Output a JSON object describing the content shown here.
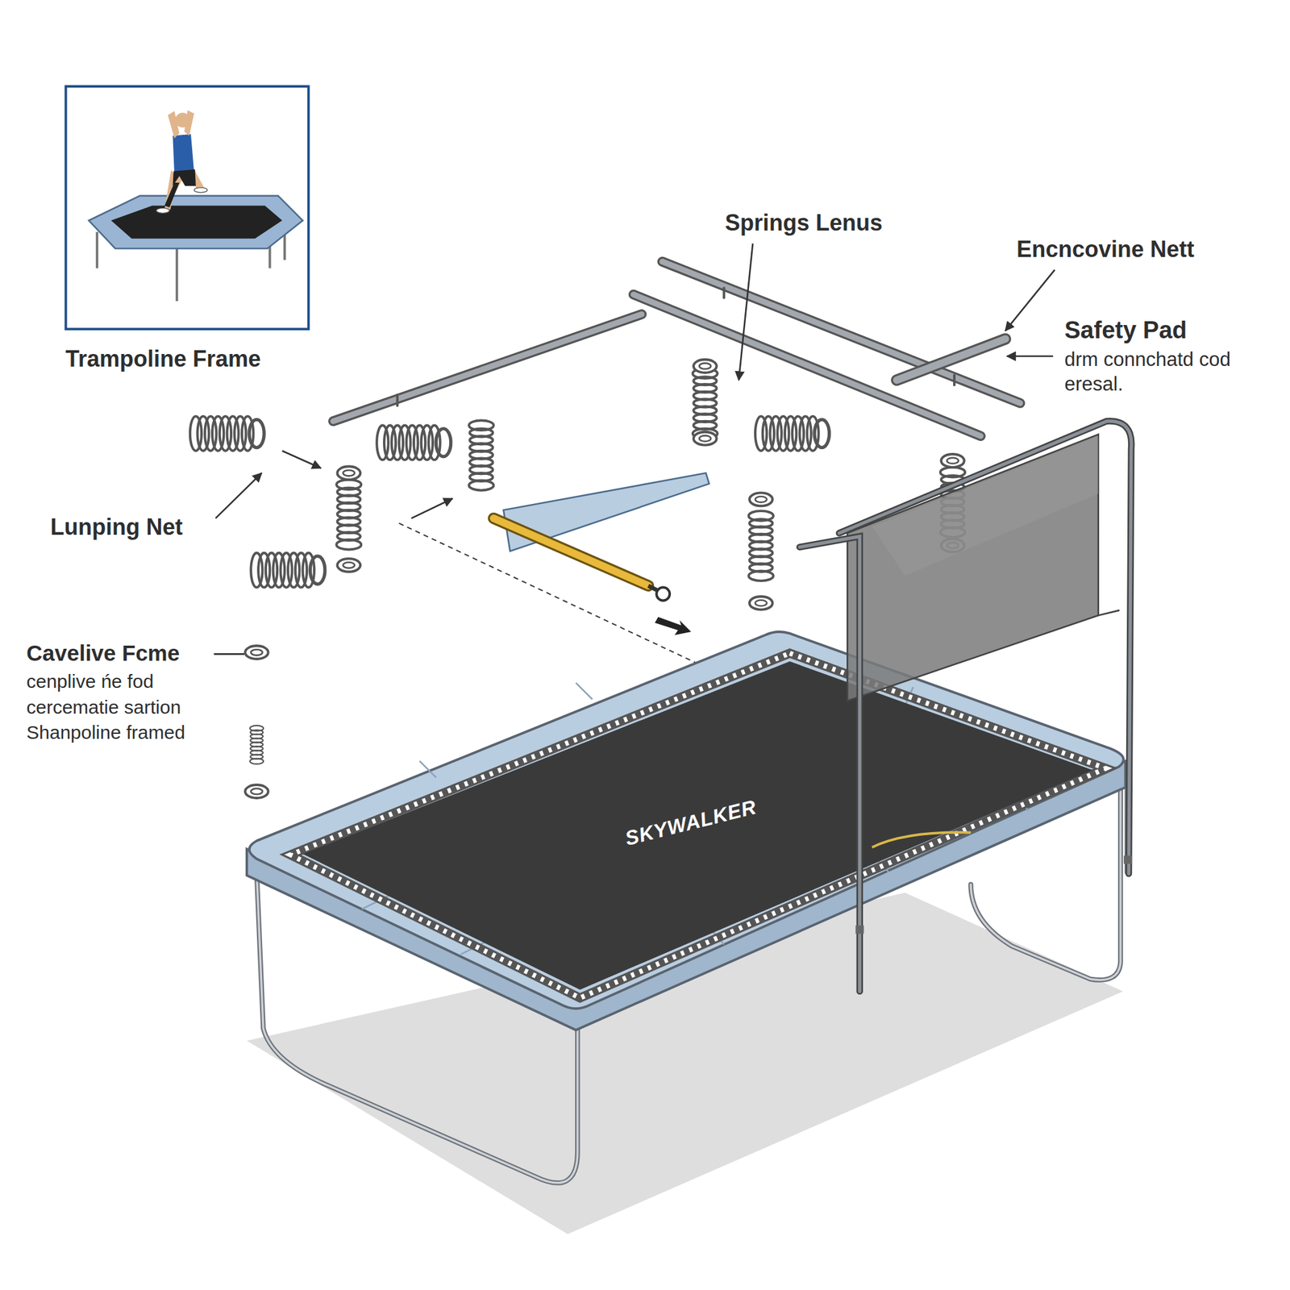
{
  "diagram": {
    "labels": [
      "Trampoline Frame",
      "Springs Lenus",
      "Encncovine Nett",
      "Safety Pad",
      "drm connchatd cod eresal.",
      "Lunping Net",
      "Cavelive Fcme",
      "cenplive ńe fod cercematie sartion Shanpoline framed",
      "SKYWALKER"
    ]
  }
}
